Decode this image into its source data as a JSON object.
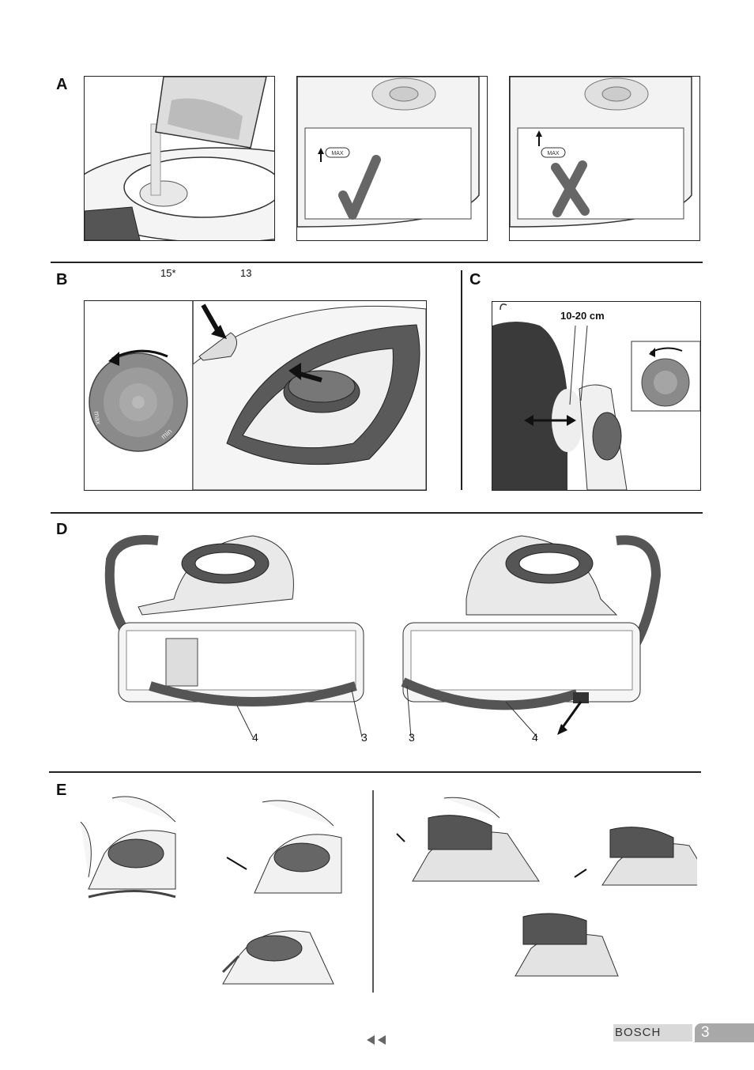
{
  "sections": {
    "a": {
      "letter": "A",
      "max_label": "MAX"
    },
    "b": {
      "letter": "B",
      "callout_15": "15*",
      "callout_13": "13",
      "dial_max": "max",
      "dial_min": "min"
    },
    "c": {
      "letter": "C",
      "distance": "10-20 cm"
    },
    "d": {
      "letter": "D",
      "labels": [
        "4",
        "3",
        "3",
        "4"
      ]
    },
    "e": {
      "letter": "E"
    }
  },
  "footer": {
    "brand": "BOSCH",
    "page_number": "3"
  },
  "icons": [
    "checkmark-icon",
    "cross-icon",
    "arrow-icon",
    "nav-back-icon"
  ]
}
